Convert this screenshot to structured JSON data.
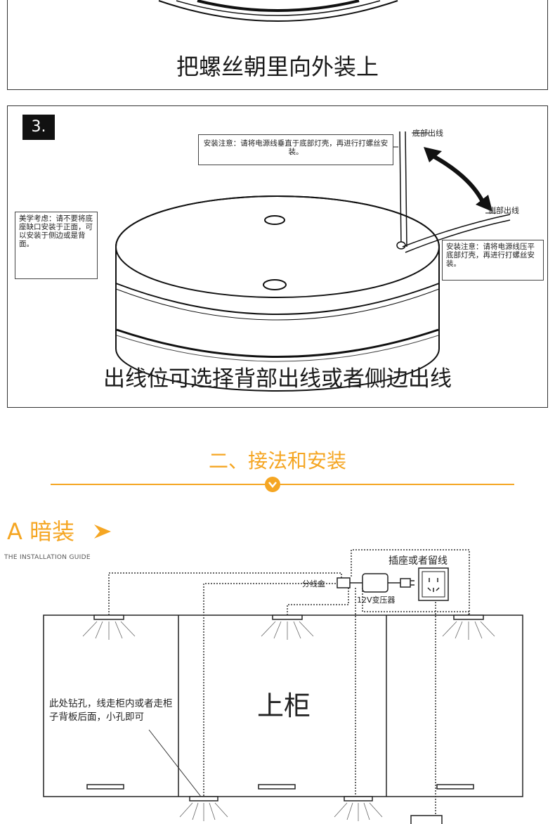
{
  "panel1": {
    "caption": "把螺丝朝里向外装上"
  },
  "panel2": {
    "step_badge": "3.",
    "note_top": "安装注意：请将电源线垂直于底部灯壳，再进行打螺丝安装。",
    "label_bottom_outlet": "底部出线",
    "label_side_outlet": "侧部出线",
    "note_right": "安装注意：请将电源线压平底部灯壳，再进行打螺丝安装。",
    "note_left": "美学考虑：请不要将底座缺口安装于正面，可以安装于侧边或是背面。",
    "caption": "出线位可选择背部出线或者侧边出线"
  },
  "section": {
    "title": "二、接法和安装",
    "accent_color": "#f5a623"
  },
  "subsection": {
    "title": "A 暗装",
    "subtitle": "THE INSTALLATION GUIDE"
  },
  "diagram": {
    "socket_label": "插座或者留线",
    "junction_label": "分线盒",
    "transformer_label": "12V变压器",
    "drill_note": "此处钻孔，线走柜内或者走柜子背板后面，小孔即可",
    "cabinet_label": "上柜"
  }
}
